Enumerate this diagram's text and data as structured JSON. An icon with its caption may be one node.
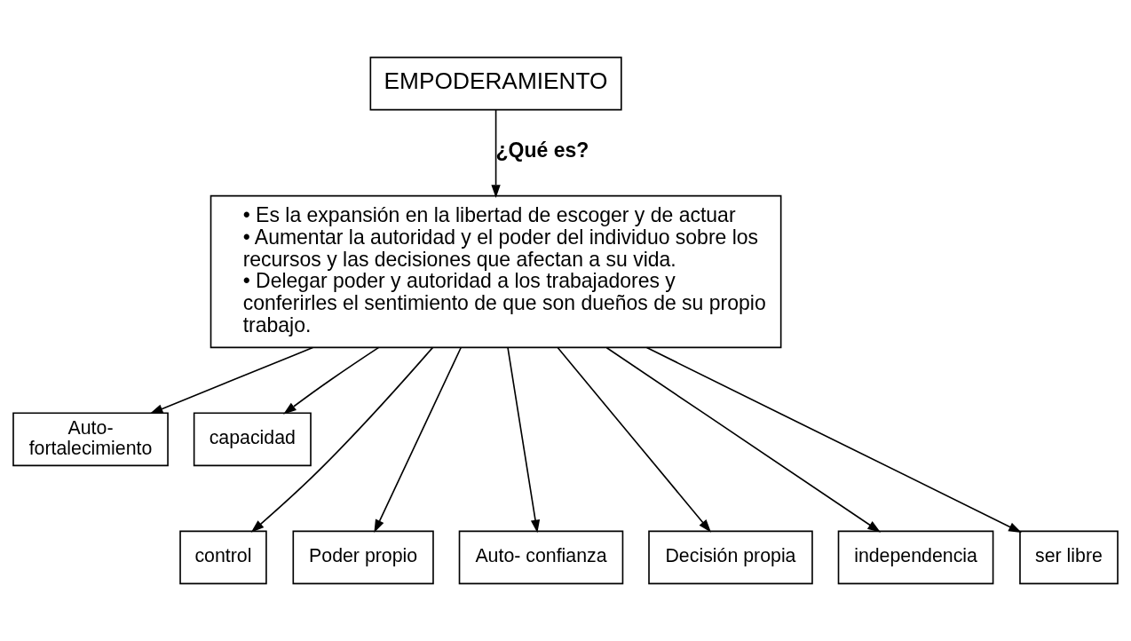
{
  "diagram": {
    "nodes": [
      {
        "text": [
          "EMPODERAMIENTO"
        ]
      },
      {
        "text": [
          "• Es la expansión en la libertad de escoger y de actuar",
          "• Aumentar la autoridad y el poder del individuo sobre los recursos y las decisiones que afectan a su vida.",
          "• Delegar poder y autoridad a los trabajadores y conferirles el sentimiento de que son dueños de su propio trabajo."
        ]
      },
      {
        "text": [
          "Auto- fortalecimiento"
        ]
      },
      {
        "text": [
          "capacidad"
        ]
      },
      {
        "text": [
          "control"
        ]
      },
      {
        "text": [
          "Poder propio"
        ]
      },
      {
        "text": [
          "Auto- confianza"
        ]
      },
      {
        "text": [
          "Decisión propia"
        ]
      },
      {
        "text": [
          "independencia"
        ]
      },
      {
        "text": [
          "ser libre"
        ]
      }
    ],
    "edges": [
      {
        "from": 0,
        "to": 1,
        "arrow": "to",
        "label": "¿Qué es?"
      },
      {
        "from": 1,
        "to": 2,
        "arrow": "to"
      },
      {
        "from": 1,
        "to": 3,
        "arrow": "to"
      },
      {
        "from": 1,
        "to": 4,
        "arrow": "to"
      },
      {
        "from": 1,
        "to": 5,
        "arrow": "to"
      },
      {
        "from": 1,
        "to": 6,
        "arrow": "to"
      },
      {
        "from": 1,
        "to": 7,
        "arrow": "to"
      },
      {
        "from": 1,
        "to": 8,
        "arrow": "to"
      },
      {
        "from": 1,
        "to": 9,
        "arrow": "to"
      }
    ]
  }
}
